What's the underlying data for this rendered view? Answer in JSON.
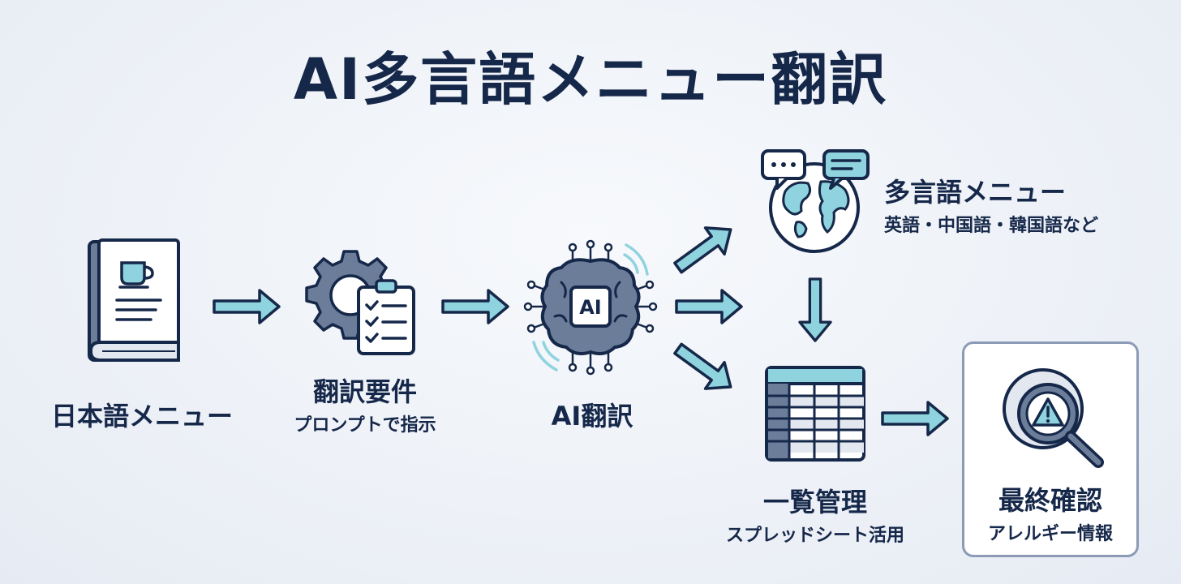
{
  "title": "AI多言語メニュー翻訳",
  "steps": {
    "japanese_menu": {
      "label": "日本語メニュー"
    },
    "translation_requirements": {
      "label": "翻訳要件",
      "sublabel": "プロンプトで指示"
    },
    "ai_translation": {
      "label": "AI翻訳",
      "chip_text": "AI"
    },
    "multilingual_menu": {
      "label": "多言語メニュー",
      "sublabel": "英語・中国語・韓国語など"
    },
    "list_management": {
      "label": "一覧管理",
      "sublabel": "スプレッドシート活用"
    },
    "final_check": {
      "label": "最終確認",
      "sublabel": "アレルギー情報"
    }
  },
  "colors": {
    "navy": "#16284a",
    "teal": "#8fd3df",
    "slate": "#6b7d99",
    "background": "#eef2f8"
  },
  "icons": [
    "book-icon",
    "gear-checklist-icon",
    "ai-brain-icon",
    "globe-chat-icon",
    "spreadsheet-icon",
    "magnifier-warning-icon"
  ]
}
